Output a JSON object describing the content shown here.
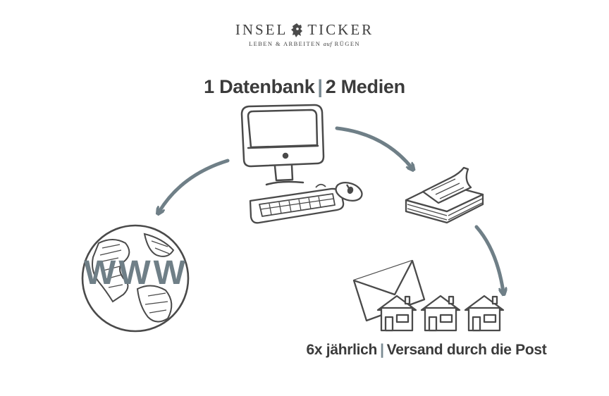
{
  "logo": {
    "left": "INSEL",
    "right": "TICKER",
    "subtitle_a": "LEBEN & ARBEITEN",
    "subtitle_auf": "auf",
    "subtitle_b": "RÜGEN"
  },
  "headline": {
    "part1": "1 Datenbank",
    "separator": "|",
    "part2": "2 Medien"
  },
  "globe_text": "WWW",
  "footer": {
    "part1": "6x jährlich",
    "separator": "|",
    "part2": "Versand durch die Post"
  },
  "colors": {
    "text": "#3b3b3b",
    "accent": "#6f7f87",
    "line": "#4a4a4a"
  },
  "icons": [
    "island-logo-icon",
    "computer-icon",
    "keyboard-icon",
    "mouse-icon",
    "globe-icon",
    "newspaper-stack-icon",
    "envelope-icon",
    "house-icon",
    "arrow-icon"
  ]
}
